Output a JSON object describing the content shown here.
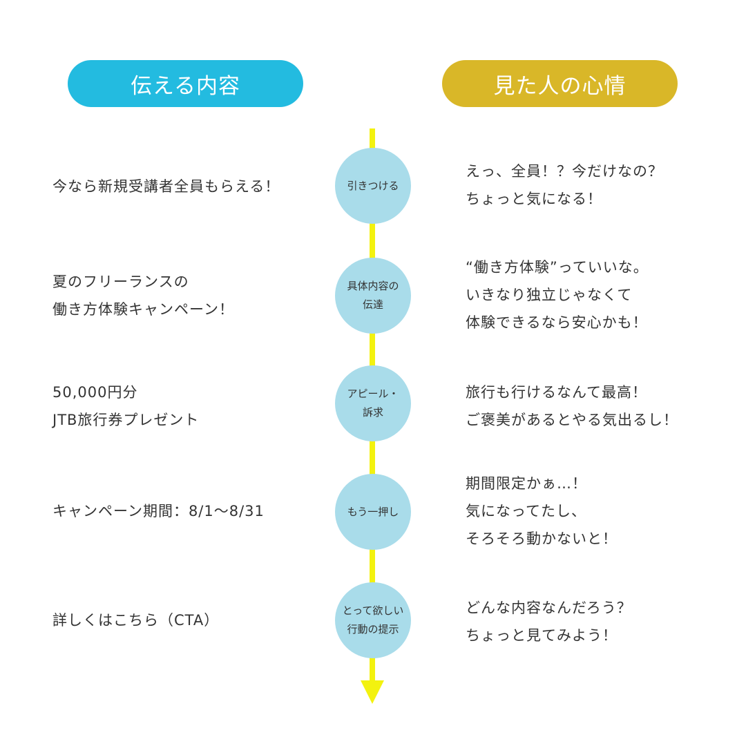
{
  "headers": {
    "left": "伝える内容",
    "right": "見た人の心情"
  },
  "colors": {
    "left_header": "#23bbe0",
    "right_header": "#d9b728",
    "timeline": "#f3f20f",
    "stage_circle": "#a9dcea",
    "text": "#333333"
  },
  "rows": [
    {
      "content": [
        "今なら新規受講者全員もらえる！"
      ],
      "stage": [
        "引きつける"
      ],
      "feeling": [
        "えっ、全員！？今だけなの？",
        "ちょっと気になる！"
      ]
    },
    {
      "content": [
        "夏のフリーランスの",
        "働き方体験キャンペーン！"
      ],
      "stage": [
        "具体内容の",
        "伝達"
      ],
      "feeling": [
        "“働き方体験”っていいな。",
        "いきなり独立じゃなくて",
        "体験できるなら安心かも！"
      ]
    },
    {
      "content": [
        "50,000円分",
        "JTB旅行券プレゼント"
      ],
      "stage": [
        "アピール・",
        "訴求"
      ],
      "feeling": [
        "旅行も行けるなんて最高！",
        "ご褒美があるとやる気出るし！"
      ]
    },
    {
      "content": [
        "キャンペーン期間：8/1〜8/31"
      ],
      "stage": [
        "もう一押し"
      ],
      "feeling": [
        "期間限定かぁ…！",
        "気になってたし、",
        "そろそろ動かないと！"
      ]
    },
    {
      "content": [
        "詳しくはこちら（CTA）"
      ],
      "stage": [
        "とって欲しい",
        "行動の提示"
      ],
      "feeling": [
        "どんな内容なんだろう？",
        "ちょっと見てみよう！"
      ]
    }
  ]
}
